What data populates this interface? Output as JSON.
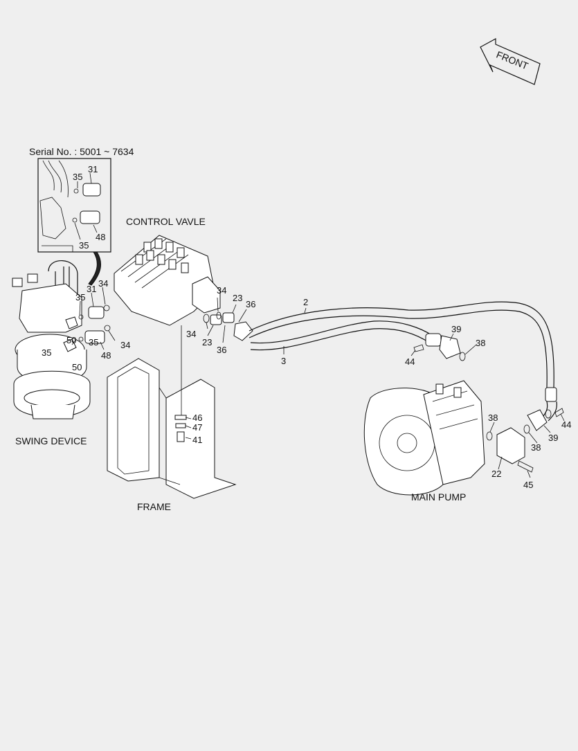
{
  "inset": {
    "serial": "Serial No. : 5001 ~ 7634"
  },
  "titles": {
    "control_valve": "CONTROL VAVLE",
    "swing_device": "SWING DEVICE",
    "frame": "FRAME",
    "main_pump": "MAIN PUMP",
    "front": "FRONT"
  },
  "callouts": {
    "inset_35a": "35",
    "inset_31": "31",
    "inset_48": "48",
    "inset_35b": "35",
    "c31": "31",
    "c34a": "34",
    "c35a": "35",
    "c34b": "34",
    "c50a": "50",
    "c35b": "35",
    "c48": "48",
    "c35c": "35",
    "c50b": "50",
    "c34c": "34",
    "c23a": "23",
    "c36a": "36",
    "c34d": "34",
    "c23b": "23",
    "c36b": "36",
    "c2": "2",
    "c3": "3",
    "c39a": "39",
    "c38a": "38",
    "c44a": "44",
    "c46": "46",
    "c47": "47",
    "c41": "41",
    "c38b": "38",
    "c44b": "44",
    "c39b": "39",
    "c38c": "38",
    "c22": "22",
    "c45": "45"
  },
  "icons": {
    "front_arrow": "front-arrow-icon"
  }
}
